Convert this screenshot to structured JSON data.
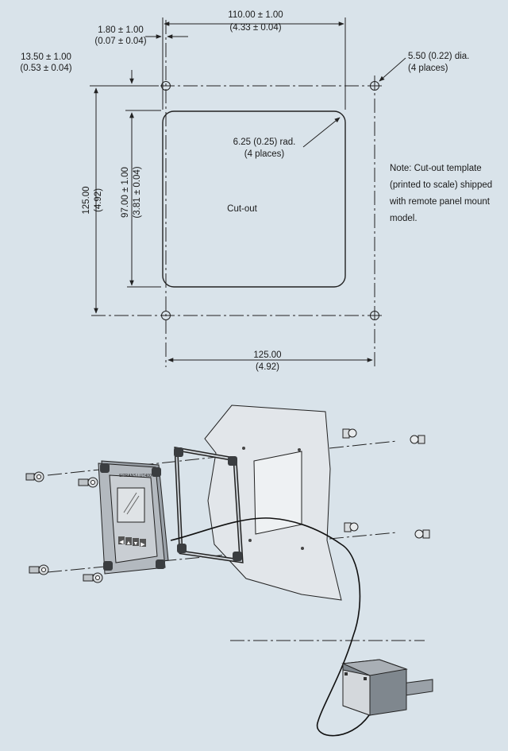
{
  "dimensions": {
    "width_110": {
      "line1": "110.00 ± 1.00",
      "line2": "(4.33 ± 0.04)"
    },
    "offset_180": {
      "line1": "1.80 ± 1.00",
      "line2": "(0.07 ± 0.04)"
    },
    "offset_1350": {
      "line1": "13.50 ± 1.00",
      "line2": "(0.53 ± 0.04)"
    },
    "hole_dia": {
      "line1": "5.50 (0.22) dia.",
      "line2": "(4 places)"
    },
    "corner_rad": {
      "line1": "6.25 (0.25) rad.",
      "line2": "(4 places)"
    },
    "height_125": {
      "line1": "125.00",
      "line2": "(4.92)"
    },
    "height_97": {
      "line1": "97.00 ± 1.00",
      "line2": "(3.81 ± 0.04)"
    },
    "width_125": {
      "line1": "125.00",
      "line2": "(4.92)"
    }
  },
  "cutout_label": "Cut-out",
  "note": {
    "line1": "Note: Cut-out template",
    "line2": "(printed to scale) shipped",
    "line3": "with remote panel mount",
    "line4": "model."
  },
  "display_brand": "SITRANS LUT400",
  "keypad": [
    "◀",
    "▲",
    "▼",
    "▶"
  ],
  "colors": {
    "background": "#d9e3ea",
    "line": "#222222",
    "panel": "#e2e6ea",
    "device": "#9aa1a8"
  }
}
